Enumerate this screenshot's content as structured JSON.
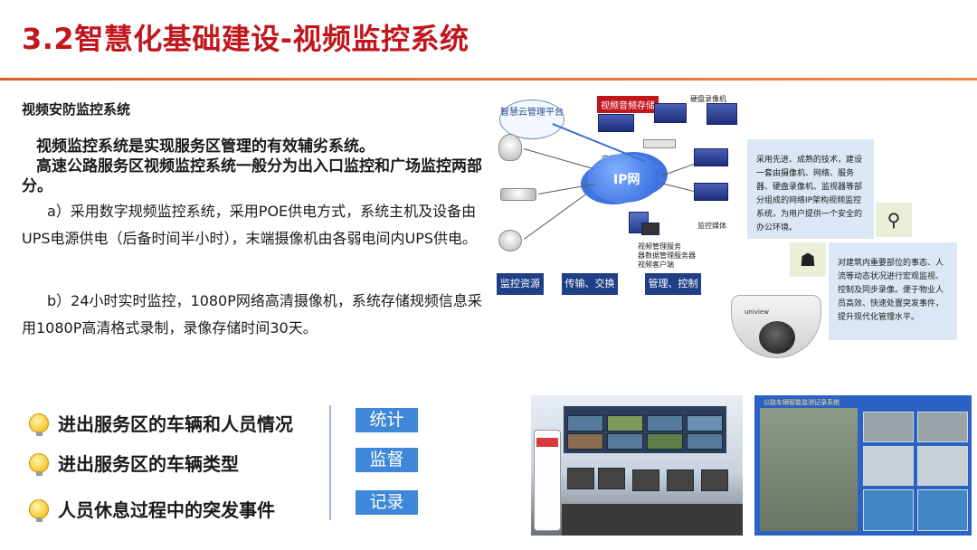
{
  "title": "3.2智慧化基础建设-视频监控系统",
  "section_heading": "视频安防监控系统",
  "lead": {
    "line1": "视频监控系统是实现服务区管理的有效辅劣系统。",
    "line2": "高速公路服务区视频监控系统一般分为出入口监控和广场监控两部分。"
  },
  "paragraphs": {
    "a": "a）采用数字规频监控系统，采用POE供电方式，系统主机及设备由UPS电源供电（后备时间半小时），末端摄像机由各弱电间内UPS供电。",
    "b": "b）24小时实时监控，1080P网络高清摄像机，系统存储规频信息采用1080P高清格式录制，录像存储时间30天。"
  },
  "diagram": {
    "cloud_platform": "智慧云管理平台",
    "storage_tag": "视频音频存储",
    "dvr_label": "硬盘录像机",
    "switch_label": "交换机",
    "ip_label": "IP网",
    "monitor_label": "监控媒体",
    "server_lines": [
      "视频管理服务",
      "器数据管理服务器",
      "视频客户端"
    ],
    "footer": [
      "监控资源",
      "传输、交换",
      "管理、控制"
    ]
  },
  "info_boxes": {
    "box1": "采用先进、成熟的技术，建设一套由摄像机、网络、服务器、硬盘录像机、监视器等部分组成的网络IP架构视频监控系统，为用户提供一个安全的办公环境。",
    "box2": "对建筑内重要部位的事态、人流等动态状况进行宏观监视、控制及同步录像。便于物业人员高效、快速处置突发事件，提升现代化管理水平。"
  },
  "camera_brand": "uniview",
  "bullets": [
    "进出服务区的车辆和人员情况",
    "进出服务区的车辆类型",
    "人员休息过程中的突发事件"
  ],
  "tags": [
    "统计",
    "监督",
    "记录"
  ],
  "photo2_title": "公路车辆智能监测记录系统"
}
